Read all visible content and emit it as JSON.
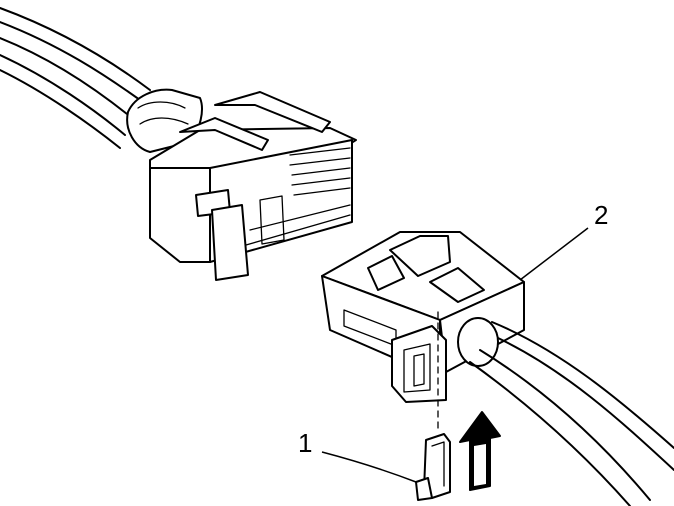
{
  "callouts": [
    {
      "number": "1",
      "refers_to": "terminal-position-assurance"
    },
    {
      "number": "2",
      "refers_to": "connector-housing"
    }
  ]
}
